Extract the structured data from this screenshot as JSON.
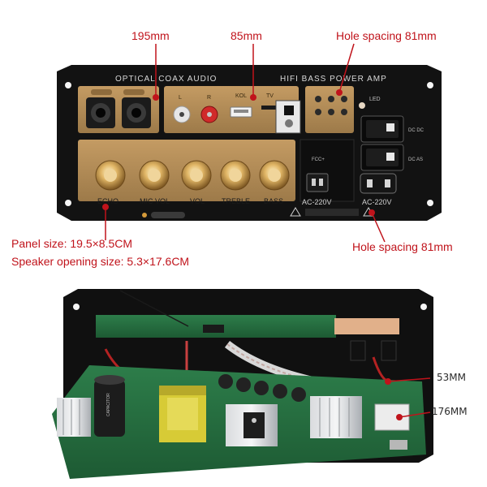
{
  "top_panel": {
    "header_left": "OPTICAL  COAX  AUDIO",
    "header_right": "HIFI BASS POWER AMP",
    "usb_label": "KOL",
    "tv_label": "TV",
    "knob_labels": [
      "ECHO",
      "MIC VOL",
      "VOL",
      "TREBLE",
      "BASS"
    ],
    "ac_label_left": "AC-220V",
    "ac_label_right": "AC-220V",
    "lr_left": "L",
    "lr_right": "R",
    "switch_label_top": "DC DC",
    "switch_label_bottom": "DC AS",
    "led_label": "LED",
    "small_label": "FCC+"
  },
  "annotations": {
    "width_top": "195mm",
    "width_mid": "85mm",
    "hole_spacing_top": "Hole spacing 81mm",
    "panel_size": "Panel size: 19.5×8.5CM",
    "speaker_opening": "Speaker opening size: 5.3×17.6CM",
    "hole_spacing_bottom": "Hole spacing 81mm",
    "depth_53": "53MM",
    "depth_176": "176MM"
  },
  "colors": {
    "annotation_red": "#c0131b",
    "panel_black": "#111111",
    "plate_gold": "#b08b56"
  }
}
